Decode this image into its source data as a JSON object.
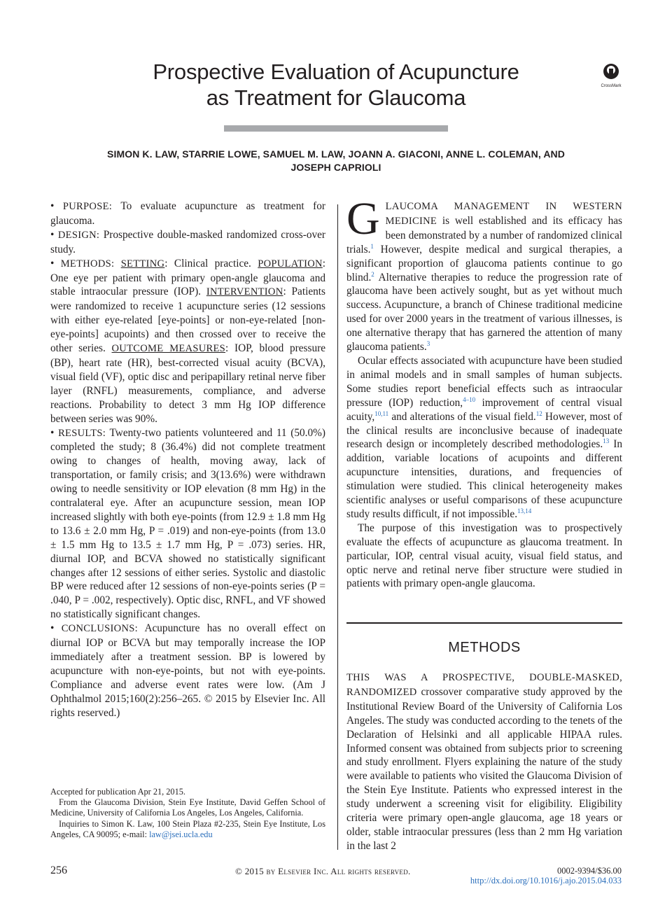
{
  "title": {
    "line1": "Prospective Evaluation of Acupuncture",
    "line2": "as Treatment for Glaucoma"
  },
  "crossmark_label": "CrossMark",
  "authors": {
    "line1": "SIMON K. LAW, STARRIE LOWE, SAMUEL M. LAW, JOANN A. GIACONI, ANNE L. COLEMAN, AND",
    "line2": "JOSEPH CAPRIOLI"
  },
  "abstract": {
    "purpose_label": "PURPOSE:",
    "purpose_text": "To evaluate acupuncture as treatment for glaucoma.",
    "design_label": "DESIGN:",
    "design_text": "Prospective double-masked randomized cross-over study.",
    "methods_label": "METHODS:",
    "setting_label": "SETTING",
    "setting_text": "Clinical practice.",
    "population_label": "POPULATION",
    "population_text": "One eye per patient with primary open-angle glaucoma and stable intraocular pressure (IOP).",
    "intervention_label": "INTERVENTION",
    "intervention_text": "Patients were randomized to receive 1 acupuncture series (12 sessions with either eye-related [eye-points] or non-eye-related [non-eye-points] acupoints) and then crossed over to receive the other series.",
    "outcome_label": "OUTCOME MEASURES",
    "outcome_text": "IOP, blood pressure (BP), heart rate (HR), best-corrected visual acuity (BCVA), visual field (VF), optic disc and peripapillary retinal nerve fiber layer (RNFL) measurements, compliance, and adverse reactions. Probability to detect 3 mm Hg IOP difference between series was 90%.",
    "results_label": "RESULTS:",
    "results_text": "Twenty-two patients volunteered and 11 (50.0%) completed the study; 8 (36.4%) did not complete treatment owing to changes of health, moving away, lack of transportation, or family crisis; and 3(13.6%) were withdrawn owing to needle sensitivity or IOP elevation (8 mm Hg) in the contralateral eye. After an acupuncture session, mean IOP increased slightly with both eye-points (from 12.9 ± 1.8 mm Hg to 13.6 ± 2.0 mm Hg, P = .019) and non-eye-points (from 13.0 ± 1.5 mm Hg to 13.5 ± 1.7 mm Hg, P = .073) series. HR, diurnal IOP, and BCVA showed no statistically significant changes after 12 sessions of either series. Systolic and diastolic BP were reduced after 12 sessions of non-eye-points series (P = .040, P = .002, respectively). Optic disc, RNFL, and VF showed no statistically significant changes.",
    "conclusions_label": "CONCLUSIONS:",
    "conclusions_text": "Acupuncture has no overall effect on diurnal IOP or BCVA but may temporally increase the IOP immediately after a treatment session. BP is lowered by acupuncture with non-eye-points, but not with eye-points. Compliance and adverse event rates were low. (Am J Ophthalmol 2015;160(2):256–265. © 2015 by Elsevier Inc. All rights reserved.)"
  },
  "intro": {
    "dropcap": "G",
    "p1_lead": "LAUCOMA MANAGEMENT IN WESTERN MEDICINE",
    "p1_a": "is well established and its efficacy has been demonstrated by a number of randomized clinical trials.",
    "ref1": "1",
    "p1_b": "However, despite medical and surgical therapies, a significant proportion of glaucoma patients continue to go blind.",
    "ref2": "2",
    "p1_c": "Alternative therapies to reduce the progression rate of glaucoma have been actively sought, but as yet without much success. Acupuncture, a branch of Chinese traditional medicine used for over 2000 years in the treatment of various illnesses, is one alternative therapy that has garnered the attention of many glaucoma patients.",
    "ref3": "3",
    "p2_a": "Ocular effects associated with acupuncture have been studied in animal models and in small samples of human subjects. Some studies report beneficial effects such as intraocular pressure (IOP) reduction,",
    "ref4": "4–10",
    "p2_b": "improvement of central visual acuity,",
    "ref5": "10,11",
    "p2_c": "and alterations of the visual field.",
    "ref6": "12",
    "p2_d": "However, most of the clinical results are inconclusive because of inadequate research design or incompletely described methodologies.",
    "ref7": "13",
    "p2_e": "In addition, variable locations of acupoints and different acupuncture intensities, durations, and frequencies of stimulation were studied. This clinical heterogeneity makes scientific analyses or useful comparisons of these acupuncture study results difficult, if not impossible.",
    "ref8": "13,14",
    "p3": "The purpose of this investigation was to prospectively evaluate the effects of acupuncture as glaucoma treatment. In particular, IOP, central visual acuity, visual field status, and optic nerve and retinal nerve fiber structure were studied in patients with primary open-angle glaucoma."
  },
  "methods": {
    "heading": "METHODS",
    "lead": "THIS WAS A PROSPECTIVE, DOUBLE-MASKED, RANDOMIZED",
    "text": "crossover comparative study approved by the Institutional Review Board of the University of California Los Angeles. The study was conducted according to the tenets of the Declaration of Helsinki and all applicable HIPAA rules. Informed consent was obtained from subjects prior to screening and study enrollment. Flyers explaining the nature of the study were available to patients who visited the Glaucoma Division of the Stein Eye Institute. Patients who expressed interest in the study underwent a screening visit for eligibility. Eligibility criteria were primary open-angle glaucoma, age 18 years or older, stable intraocular pressures (less than 2 mm Hg variation in the last 2"
  },
  "footnotes": {
    "accepted": "Accepted for publication Apr 21, 2015.",
    "from": "From the Glaucoma Division, Stein Eye Institute, David Geffen School of Medicine, University of California Los Angeles, Los Angeles, California.",
    "inquiries": "Inquiries to Simon K. Law, 100 Stein Plaza #2-235, Stein Eye Institute, Los Angeles, CA 90095; e-mail:",
    "email": "law@jsei.ucla.edu"
  },
  "footer": {
    "page": "256",
    "copyright": "© 2015 by Elsevier Inc. All rights reserved.",
    "price": "0002-9394/$36.00",
    "doi": "http://dx.doi.org/10.1016/j.ajo.2015.04.033"
  },
  "colors": {
    "text": "#231f20",
    "link": "#2a6ebb",
    "bar": "#a7a9ac"
  }
}
